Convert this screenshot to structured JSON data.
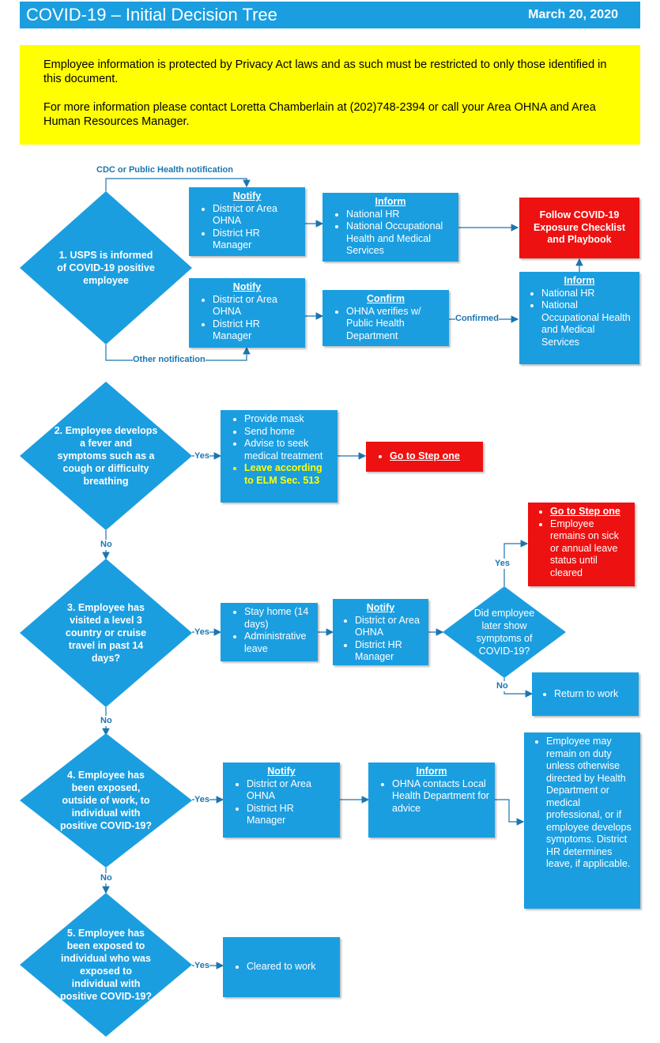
{
  "header": {
    "title": "COVID-19 – Initial Decision Tree",
    "date": "March 20, 2020"
  },
  "notice": {
    "line1": "Employee information is protected by Privacy Act laws and as such must be restricted to only those identified in this document.",
    "line2": "For more information please contact Loretta Chamberlain at (202)748-2394 or call your Area OHNA and Area Human Resources Manager."
  },
  "labels": {
    "cdc": "CDC or Public Health notification",
    "other": "Other notification",
    "confirmed": "Confirmed",
    "yes": "Yes",
    "no": "No"
  },
  "steps": {
    "s1": "1. USPS is informed of COVID-19 positive employee",
    "s2": "2. Employee develops a fever and symptoms such as a cough or difficulty breathing",
    "s3": "3. Employee has visited a level 3 country or cruise travel in past 14 days?",
    "s3b": "Did employee later show symptoms of COVID-19?",
    "s4": "4. Employee has been exposed, outside of work, to individual with positive COVID-19?",
    "s5": "5. Employee has been exposed to individual who was exposed to individual with positive COVID-19?"
  },
  "boxes": {
    "notify1": {
      "title": "Notify",
      "items": [
        "District or Area OHNA",
        "District HR Manager"
      ]
    },
    "inform1": {
      "title": "Inform",
      "items": [
        "National HR",
        "National Occupational Health and Medical Services"
      ]
    },
    "follow": "Follow COVID-19 Exposure Checklist and Playbook",
    "notify2": {
      "title": "Notify",
      "items": [
        "District or Area OHNA",
        "District HR Manager"
      ]
    },
    "confirm": {
      "title": "Confirm",
      "items": [
        "OHNA verifies w/ Public Health Department"
      ]
    },
    "inform2": {
      "title": "Inform",
      "items": [
        "National HR",
        "National Occupational Health and Medical Services"
      ]
    },
    "actions2": {
      "items": [
        "Provide mask",
        "Send home",
        "Advise to seek medical treatment"
      ],
      "highlight": "Leave according to ELM Sec. 513"
    },
    "goto2": "Go to Step one",
    "goto3": {
      "link": "Go to Step one",
      "text": "Employee remains on sick or annual leave status until cleared"
    },
    "actions3": {
      "items": [
        "Stay home (14 days)",
        "Administrative leave"
      ]
    },
    "notify3": {
      "title": "Notify",
      "items": [
        "District or Area OHNA",
        "District HR Manager"
      ]
    },
    "return": "Return to work",
    "notify4": {
      "title": "Notify",
      "items": [
        "District or Area OHNA",
        "District HR Manager"
      ]
    },
    "inform4": {
      "title": "Inform",
      "items": [
        "OHNA contacts Local Health Department for advice"
      ]
    },
    "remain": "Employee may remain on duty unless otherwise directed by Health Department or medical professional, or if employee develops symptoms. District HR determines leave, if applicable.",
    "cleared": "Cleared to work"
  },
  "colors": {
    "blue": "#1b9ee0",
    "red": "#ee1111",
    "yellow": "#ffff00",
    "line": "#1b75b0"
  }
}
